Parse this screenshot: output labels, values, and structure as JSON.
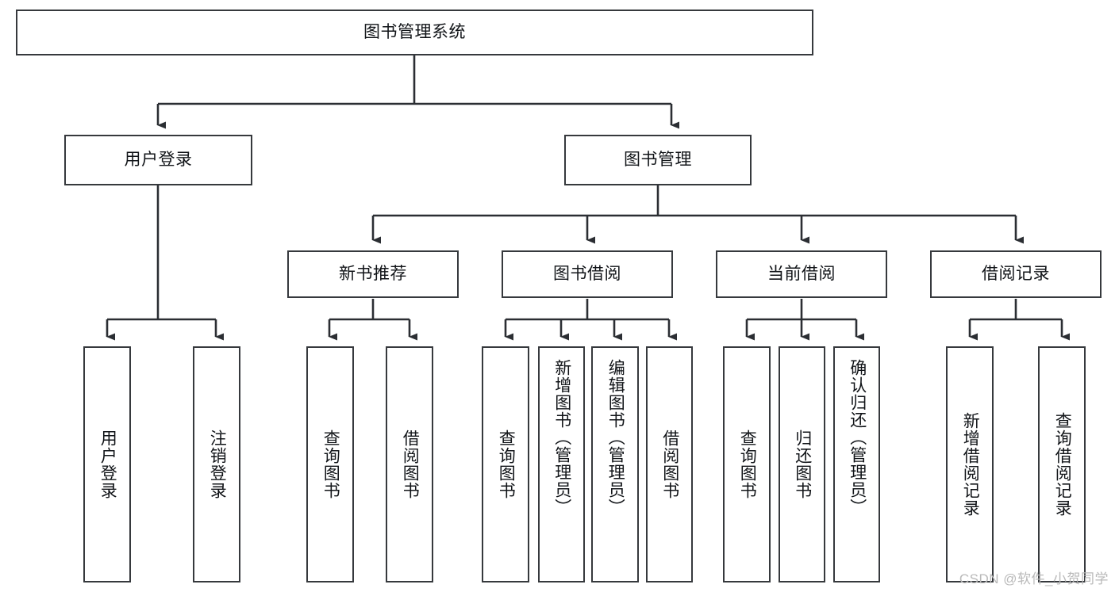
{
  "diagram": {
    "type": "tree-hierarchy",
    "orientation": "top-down",
    "root": {
      "label": "图书管理系统"
    },
    "level2": [
      {
        "label": "用户登录"
      },
      {
        "label": "图书管理"
      }
    ],
    "level3": [
      {
        "label": "新书推荐"
      },
      {
        "label": "图书借阅"
      },
      {
        "label": "当前借阅"
      },
      {
        "label": "借阅记录"
      }
    ],
    "leaves": {
      "user_login": [
        {
          "label": "用户登录"
        },
        {
          "label": "注销登录"
        }
      ],
      "new_book_recommend": [
        {
          "label": "查询图书"
        },
        {
          "label": "借阅图书"
        }
      ],
      "book_borrow": [
        {
          "label": "查询图书"
        },
        {
          "label": "新增图书（管理员）"
        },
        {
          "label": "编辑图书（管理员）"
        },
        {
          "label": "借阅图书"
        }
      ],
      "current_borrow": [
        {
          "label": "查询图书"
        },
        {
          "label": "归还图书"
        },
        {
          "label": "确认归还（管理员）"
        }
      ],
      "borrow_record": [
        {
          "label": "新增借阅记录"
        },
        {
          "label": "查询借阅记录"
        }
      ]
    }
  },
  "watermark": {
    "text": "CSDN @软件_小贺同学"
  },
  "colors": {
    "box_border": "#36393d",
    "box_fill": "#ffffff",
    "connector": "#2b2e33",
    "text": "#111418",
    "watermark": "#b9b9b9",
    "background": "#ffffff"
  }
}
